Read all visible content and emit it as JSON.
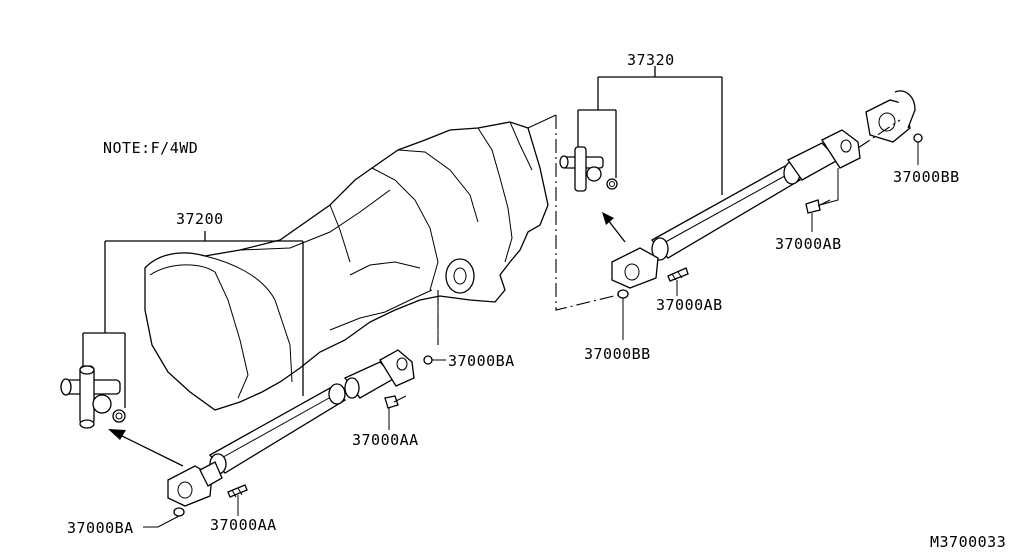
{
  "note": "NOTE:F/4WD",
  "diagram_id": "M3700033",
  "assemblies": {
    "rear_shaft": "37200",
    "front_shaft": "37320"
  },
  "callouts": {
    "bolt_aa_front": "37000AA",
    "nut_ba_front": "37000BA",
    "bolt_aa_mid": "37000AA",
    "nut_ba_mid": "37000BA",
    "bolt_ab_mid": "37000AB",
    "nut_bb_mid": "37000BB",
    "bolt_ab_rear": "37000AB",
    "nut_bb_rear": "37000BB"
  }
}
